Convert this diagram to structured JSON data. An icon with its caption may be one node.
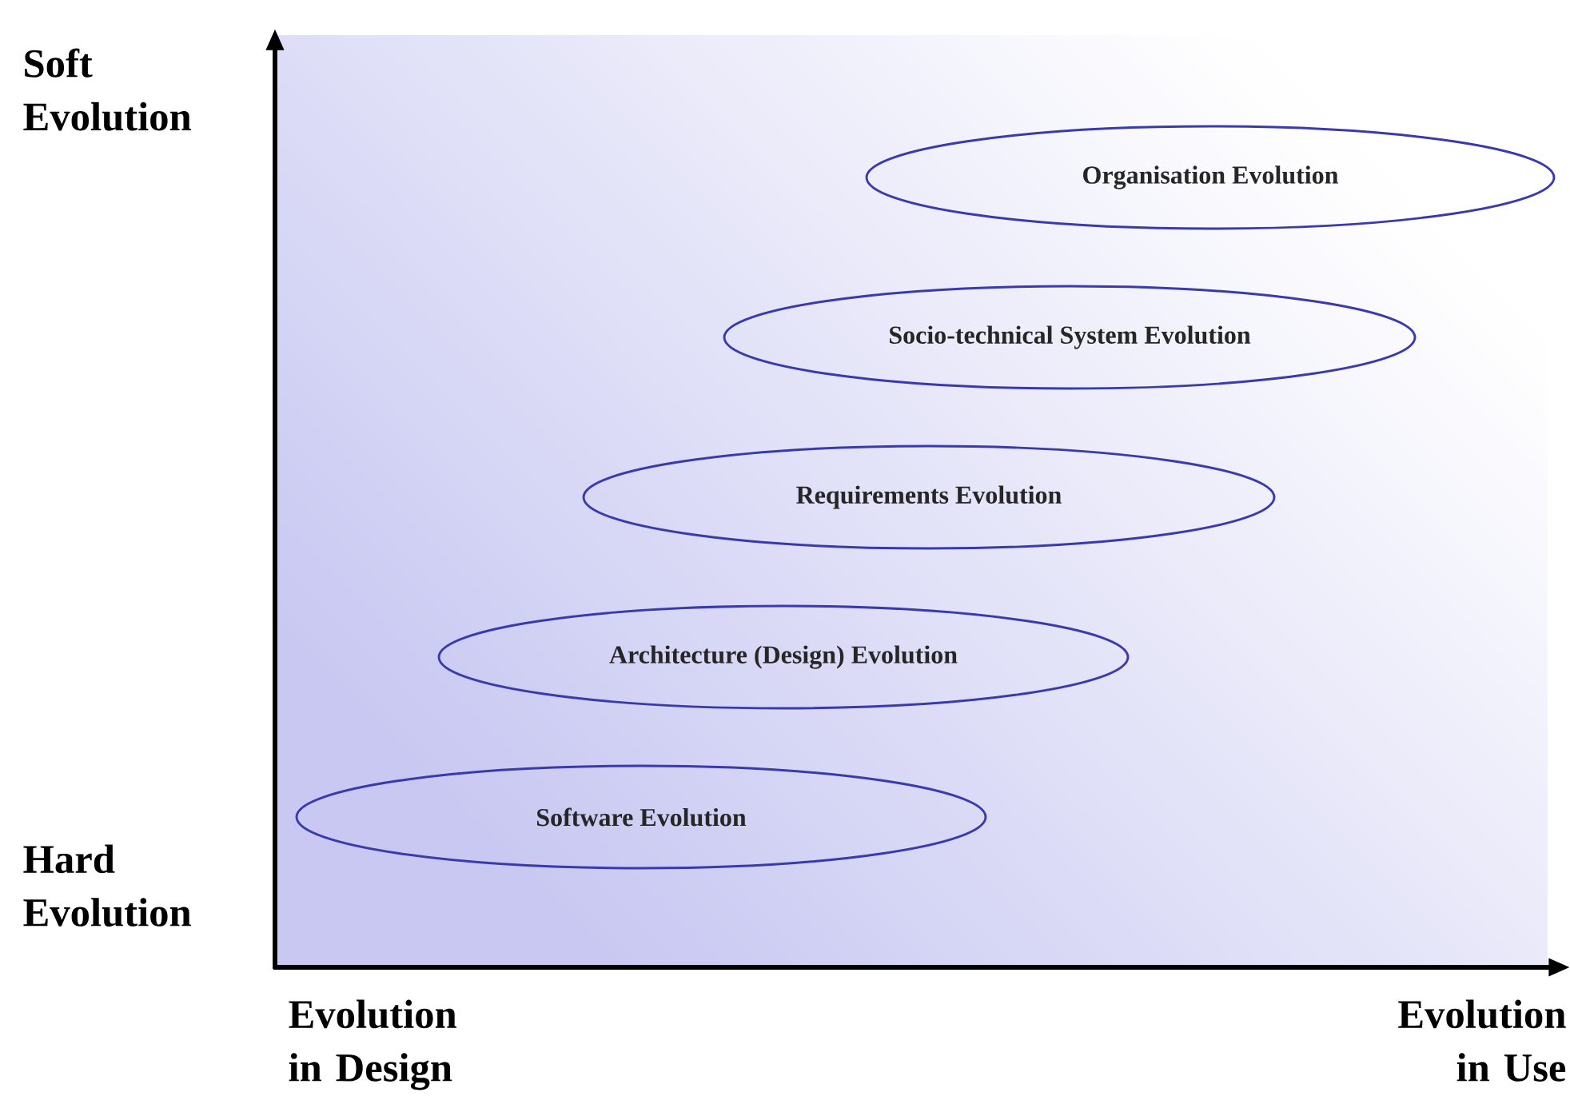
{
  "diagram": {
    "nodes": [
      {
        "text": [
          "Organisation Evolution"
        ]
      },
      {
        "text": [
          "Socio-technical System Evolution"
        ]
      },
      {
        "text": [
          "Requirements Evolution"
        ]
      },
      {
        "text": [
          "Architecture (Design) Evolution"
        ]
      },
      {
        "text": [
          "Software Evolution"
        ]
      }
    ],
    "labels": [
      "Soft Evolution",
      "Hard Evolution",
      "Evolution in Design",
      "Evolution in Use"
    ]
  }
}
